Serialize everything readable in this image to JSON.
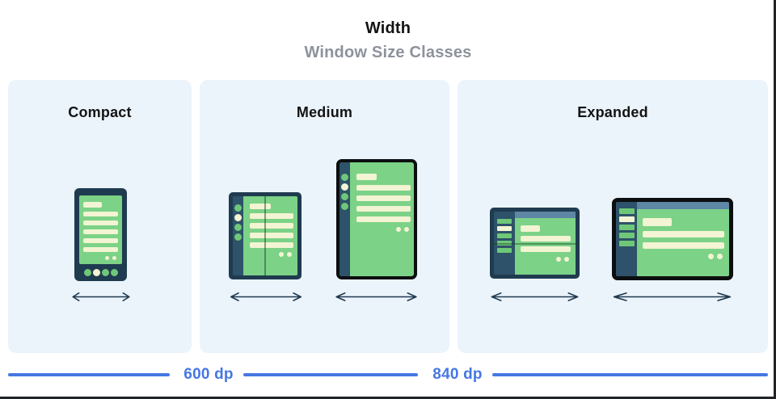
{
  "header": {
    "title": "Width",
    "subtitle": "Window Size Classes"
  },
  "panels": [
    {
      "id": "compact",
      "label": "Compact",
      "devices": [
        "phone-portrait"
      ]
    },
    {
      "id": "medium",
      "label": "Medium",
      "devices": [
        "foldable-open",
        "tablet-portrait"
      ]
    },
    {
      "id": "expanded",
      "label": "Expanded",
      "devices": [
        "foldable-landscape",
        "tablet-landscape"
      ]
    }
  ],
  "ruler": {
    "breakpoints": [
      {
        "label": "600 dp"
      },
      {
        "label": "840 dp"
      }
    ]
  },
  "icons": [
    "width-arrow-icon"
  ],
  "colors": {
    "panel_bg": "#ebf3fb",
    "frame_navy": "#1f3b50",
    "rail_navy": "#2e5269",
    "screen_green": "#7cd287",
    "bar_green": "#6ec878",
    "cream": "#f2f4d3",
    "topbar_slate": "#5e86a5",
    "device_black": "#0c0e10",
    "arrow_navy": "#1f3b50",
    "ruler_blue": "#4677e3",
    "title_black": "#131313",
    "subtitle_gray": "#8d939c"
  }
}
